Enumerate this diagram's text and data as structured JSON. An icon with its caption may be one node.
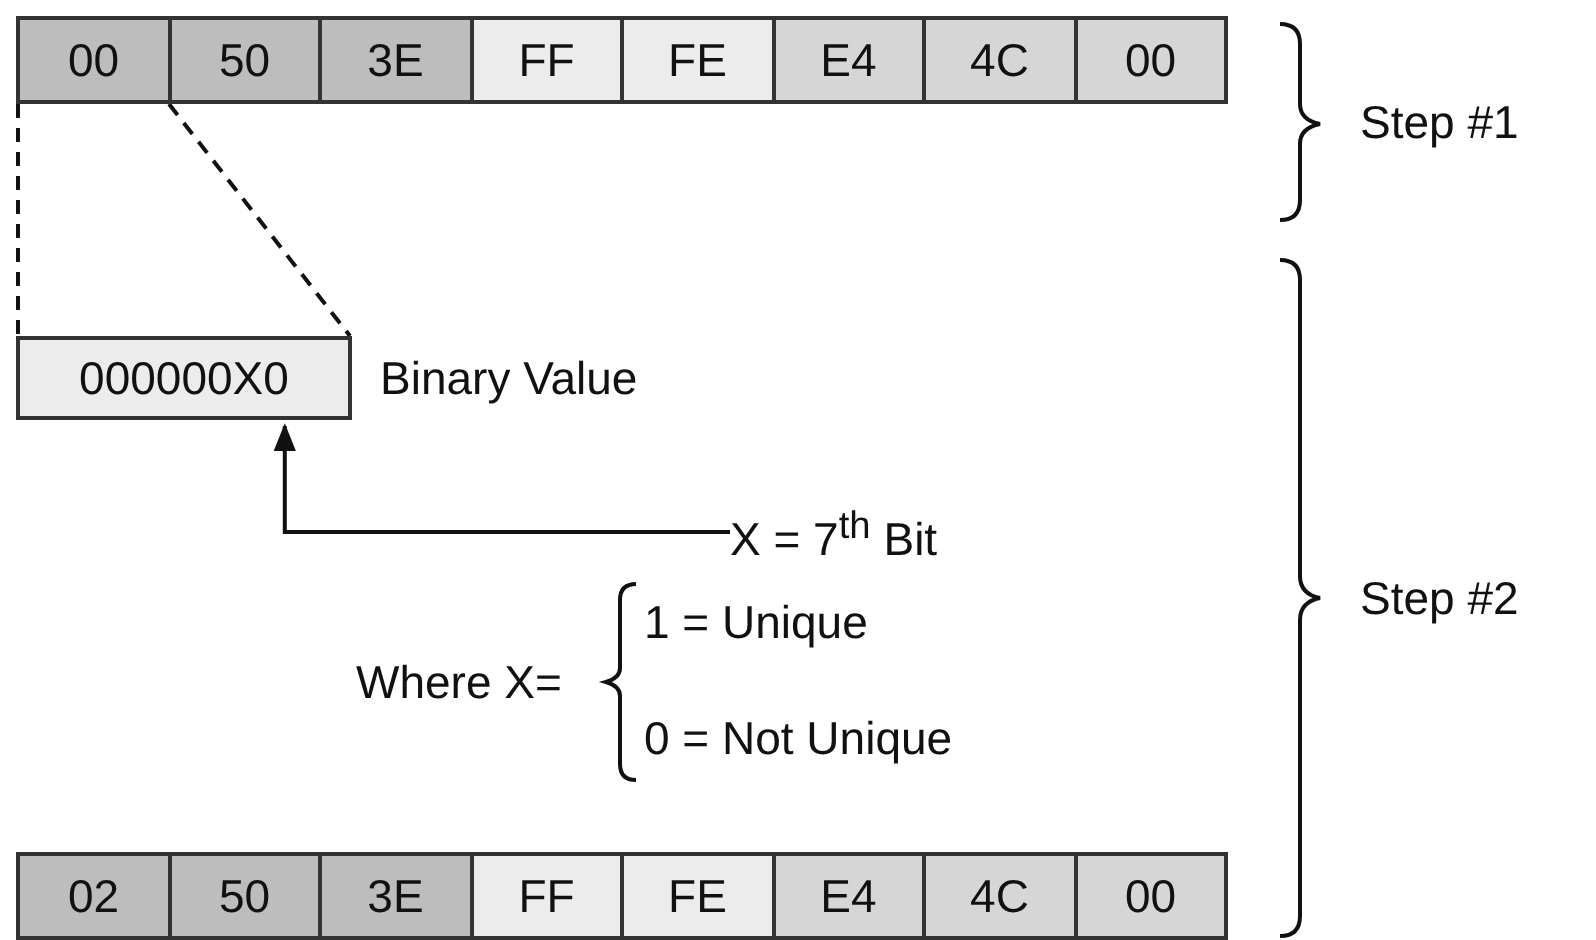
{
  "diagram": {
    "nodes": [
      {
        "text": [
          "00"
        ]
      },
      {
        "text": [
          "50"
        ]
      },
      {
        "text": [
          "3E"
        ]
      },
      {
        "text": [
          "FF"
        ]
      },
      {
        "text": [
          "FE"
        ]
      },
      {
        "text": [
          "E4"
        ]
      },
      {
        "text": [
          "4C"
        ]
      },
      {
        "text": [
          "00"
        ]
      },
      {
        "text": [
          "000000X0"
        ],
        "beside": [
          "Binary Value"
        ]
      },
      {
        "text": [
          "X = 7$^{th}$ Bit"
        ]
      },
      {
        "text": [
          "02"
        ]
      },
      {
        "text": [
          "50"
        ]
      },
      {
        "text": [
          "3E"
        ]
      },
      {
        "text": [
          "FF"
        ]
      },
      {
        "text": [
          "FE"
        ]
      },
      {
        "text": [
          "E4"
        ]
      },
      {
        "text": [
          "4C"
        ]
      },
      {
        "text": [
          "00"
        ]
      }
    ],
    "edges": [
      {
        "from": 0,
        "to": 8,
        "arrow": "none",
        "style": "dashed"
      },
      {
        "from": 9,
        "to": 8,
        "arrow": "to"
      }
    ],
    "labels": [
      "Step #1",
      "Where X=",
      "1 = Unique",
      "0 = Not Unique",
      "Step #2"
    ]
  }
}
